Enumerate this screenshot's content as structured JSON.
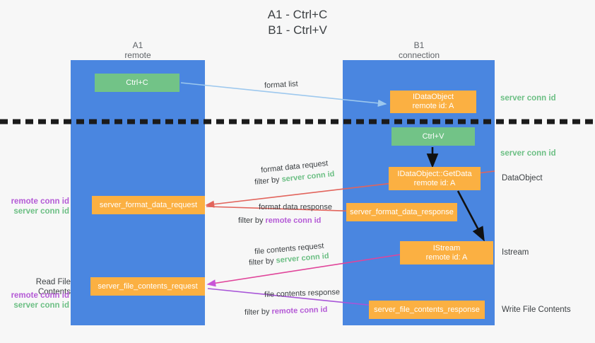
{
  "title": {
    "line1": "A1 - Ctrl+C",
    "line2": "B1 - Ctrl+V"
  },
  "columns": {
    "left": {
      "name": "A1",
      "role": "remote"
    },
    "right": {
      "name": "B1",
      "role": "connection"
    }
  },
  "colors": {
    "lane": "#4a86e0",
    "green_box": "#72c387",
    "orange_box": "#fbb042",
    "server_conn_text": "#6cbf84",
    "remote_conn_text": "#b45ad6",
    "format_arrow": "#e2645c",
    "file_arrow": "#c855d8",
    "format_list_arrow": "#9dc8ee",
    "flow_arrow": "#111111",
    "divider": "#1b1b1b"
  },
  "boxes": {
    "ctrl_c": "Ctrl+C",
    "ctrl_v": "Ctrl+V",
    "idataobject": {
      "line1": "IDataObject",
      "line2": "remote id: A"
    },
    "getdata": {
      "line1": "IDataObject::GetData",
      "line2": "remote id: A"
    },
    "istream": {
      "line1": "IStream",
      "line2": "remote id: A"
    },
    "format_data_request": "server_format_data_request",
    "format_data_response": "server_format_data_response",
    "file_contents_request": "server_file_contents_request",
    "file_contents_response": "server_file_contents_response"
  },
  "side_labels": {
    "server_conn_id": "server conn id",
    "remote_conn_id": "remote conn id",
    "data_object": "DataObject",
    "istream": "Istream",
    "write_file_contents": "Write File Contents",
    "read_file_contents": "Read File Contents"
  },
  "annotations": {
    "format_list": "format list",
    "format_data_request": "format data request",
    "format_data_response": "format data response",
    "file_contents_request": "file contents request",
    "file_contents_response": "file contents response",
    "filter_by": "filter by"
  }
}
